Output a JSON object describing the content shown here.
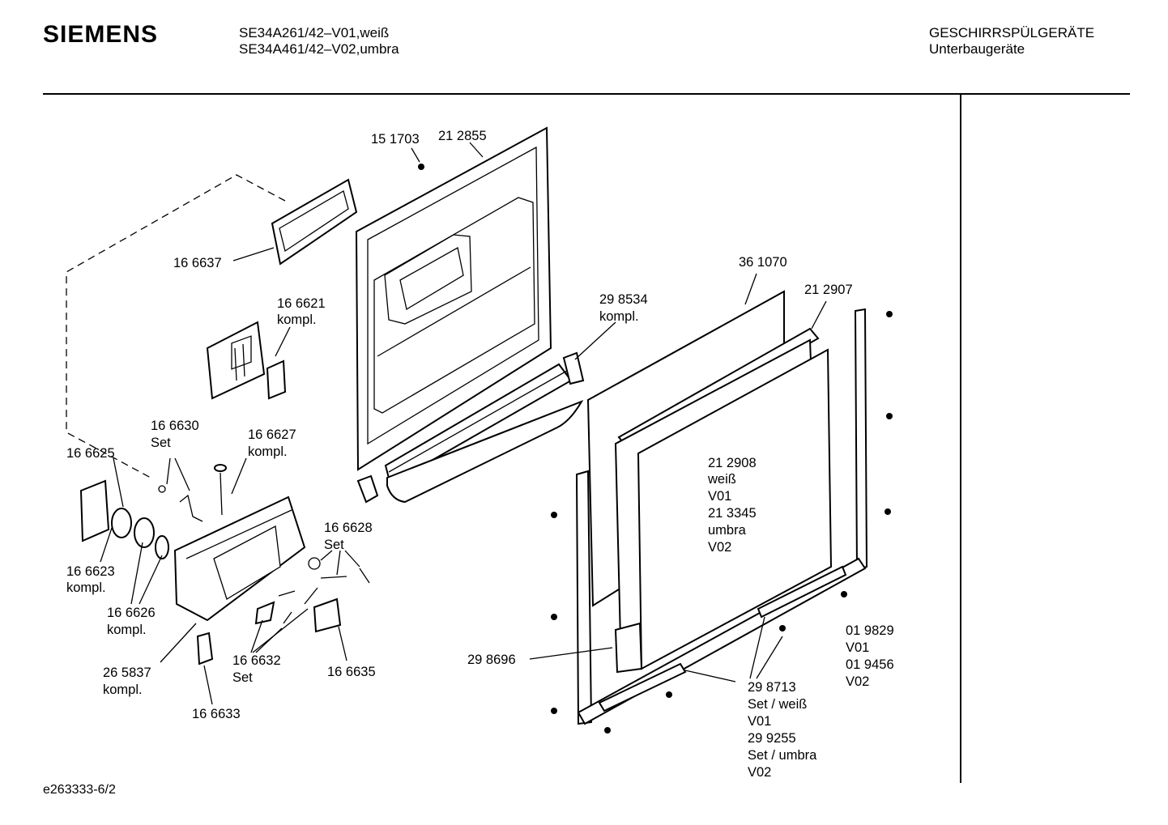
{
  "header": {
    "brand": "SIEMENS",
    "model_line_1": "SE34A261/42–V01,weiß",
    "model_line_2": "SE34A461/42–V02,umbra",
    "category_line_1": "GESCHIRRSPÜLGERÄTE",
    "category_line_2": "Unterbaugeräte"
  },
  "footer": {
    "drawing_id": "e263333-6/2"
  },
  "labels": {
    "p151703": "15 1703",
    "p212855": "21 2855",
    "p166637": "16 6637",
    "p166621": [
      "16 6621",
      "kompl."
    ],
    "p298534": [
      "29 8534",
      "kompl."
    ],
    "p361070": "36 1070",
    "p212907": "21 2907",
    "p166630": [
      "16 6630",
      "Set"
    ],
    "p166627": [
      "16 6627",
      "kompl."
    ],
    "p166625": "16 6625",
    "p212908": [
      "21 2908",
      "weiß",
      "V01",
      "21 3345",
      "umbra",
      "V02"
    ],
    "p166628": [
      "16 6628",
      "Set"
    ],
    "p166623": [
      "16 6623",
      "kompl."
    ],
    "p166626": [
      "16 6626",
      "kompl."
    ],
    "p019829": [
      "01 9829",
      "V01",
      "01 9456",
      "V02"
    ],
    "p298696": "29 8696",
    "p265837": [
      "26 5837",
      "kompl."
    ],
    "p166632": [
      "16 6632",
      "Set"
    ],
    "p166635": "16 6635",
    "p298713": [
      "29 8713",
      "Set / weiß",
      "V01",
      "29 9255",
      "Set / umbra",
      "V02"
    ],
    "p166633": "16 6633"
  },
  "colors": {
    "line": "#000000",
    "background": "#ffffff"
  }
}
